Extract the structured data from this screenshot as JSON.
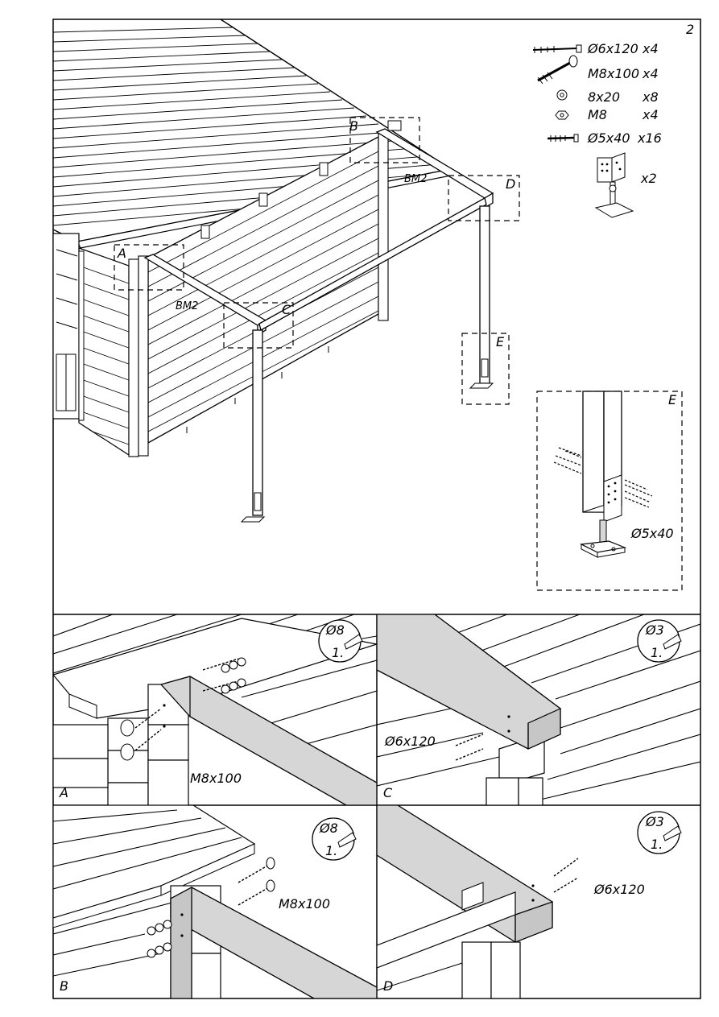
{
  "page_number": "2",
  "parts": [
    {
      "label": "Ø6x120",
      "qty": "x4",
      "icon": "lag-screw-icon"
    },
    {
      "label": "M8x100",
      "qty": "x4",
      "icon": "bolt-icon"
    },
    {
      "label": "8x20",
      "qty": "x8",
      "icon": "washer-icon"
    },
    {
      "label": "M8",
      "qty": "x4",
      "icon": "nut-icon"
    },
    {
      "label": "Ø5x40",
      "qty": "x16",
      "icon": "wood-screw-icon"
    },
    {
      "label": "",
      "qty": "x2",
      "icon": "post-anchor-icon"
    }
  ],
  "overview": {
    "callouts": [
      "A",
      "B",
      "C",
      "D",
      "E"
    ],
    "beam_labels": [
      "BM2",
      "BM2"
    ],
    "detail_e": {
      "label": "E",
      "screw": "Ø5x40"
    }
  },
  "details": {
    "A": {
      "label": "A",
      "fastener": "M8x100",
      "drill": "Ø8",
      "step": "1."
    },
    "C": {
      "label": "C",
      "fastener": "Ø6x120",
      "drill": "Ø3",
      "step": "1."
    },
    "B": {
      "label": "B",
      "fastener": "M8x100",
      "drill": "Ø8",
      "step": "1."
    },
    "D": {
      "label": "D",
      "fastener": "Ø6x120",
      "drill": "Ø3",
      "step": "1."
    }
  }
}
